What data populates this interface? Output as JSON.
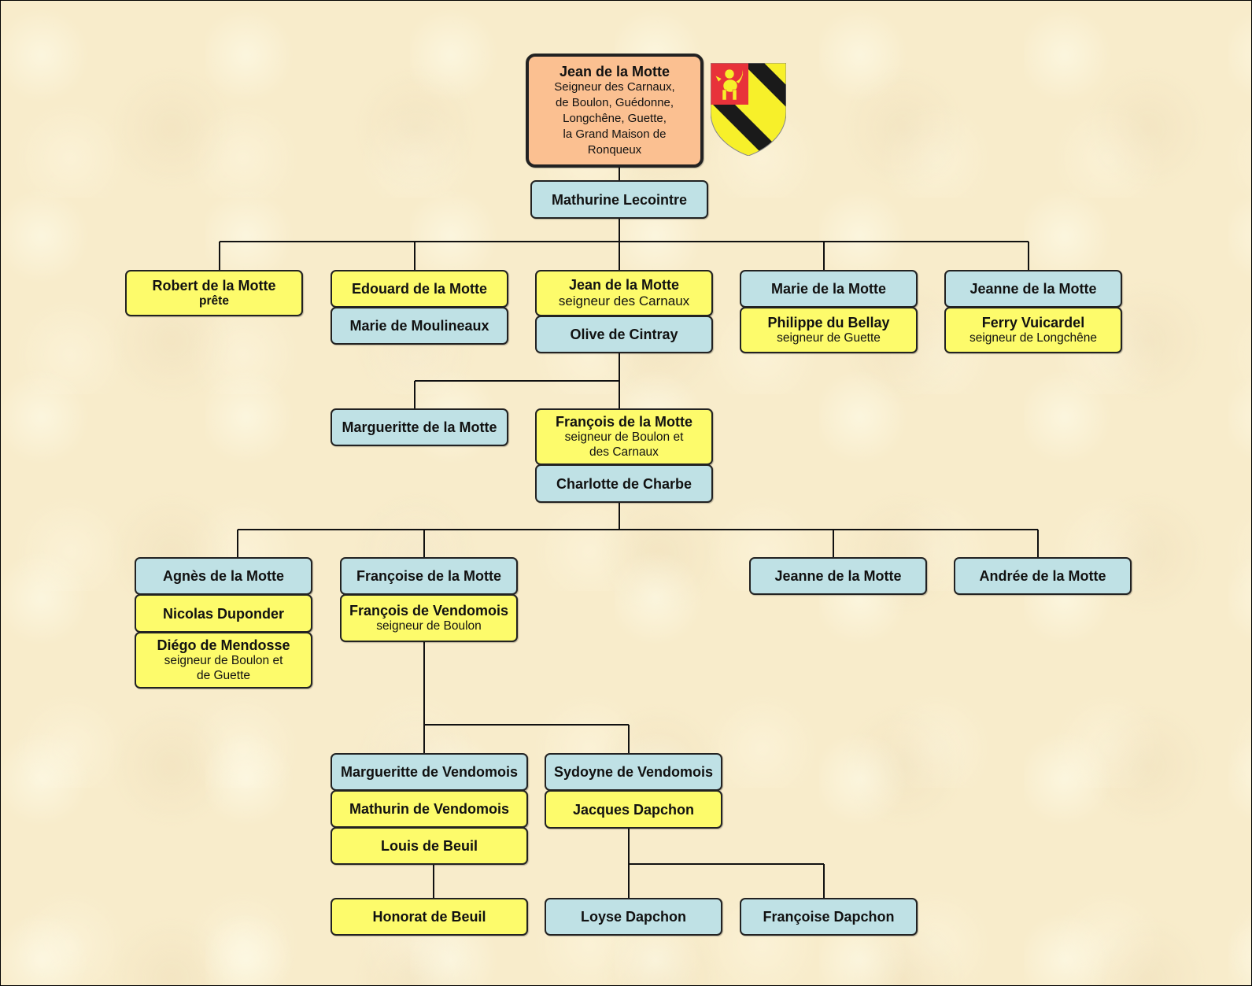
{
  "root": {
    "name": "Jean de la Motte",
    "title": "Seigneur des Carnaux,\nde Boulon, Guédonne,\nLongchêne, Guette,\nla Grand Maison de\nRonqueux",
    "spouse": "Mathurine Lecointre"
  },
  "gen1": {
    "robert": {
      "name": "Robert de la Motte",
      "title": "prête"
    },
    "edouard": {
      "name": "Edouard de la Motte",
      "spouse": "Marie de Moulineaux"
    },
    "jean": {
      "name": "Jean de la Motte",
      "title": "seigneur des Carnaux",
      "spouse": "Olive de Cintray"
    },
    "marie": {
      "name": "Marie de la Motte",
      "spouse": "Philippe du Bellay",
      "spouse_title": "seigneur de Guette"
    },
    "jeanne": {
      "name": "Jeanne de la Motte",
      "spouse": "Ferry Vuicardel",
      "spouse_title": "seigneur de Longchêne"
    }
  },
  "gen2": {
    "margueritte": {
      "name": "Margueritte de la Motte"
    },
    "francois": {
      "name": "François de la Motte",
      "title": "seigneur de Boulon et\ndes Carnaux",
      "spouse": "Charlotte de Charbe"
    }
  },
  "gen3": {
    "agnes": {
      "name": "Agnès de la Motte",
      "spouse1": "Nicolas Duponder",
      "spouse2": "Diégo de Mendosse",
      "spouse2_title": "seigneur de Boulon et\nde Guette"
    },
    "francoise": {
      "name": "Françoise de la Motte",
      "spouse": "François de Vendomois",
      "spouse_title": "seigneur de Boulon"
    },
    "jeanne": {
      "name": "Jeanne de la Motte"
    },
    "andree": {
      "name": "Andrée de la Motte"
    }
  },
  "gen4": {
    "margueritte": {
      "name": "Margueritte de Vendomois",
      "spouse1": "Mathurin de Vendomois",
      "spouse2": "Louis de Beuil"
    },
    "sydoyne": {
      "name": "Sydoyne de Vendomois",
      "spouse": "Jacques Dapchon"
    }
  },
  "gen5": {
    "honorat": {
      "name": "Honorat de Beuil"
    },
    "loyse": {
      "name": "Loyse Dapchon"
    },
    "francoise": {
      "name": "Françoise Dapchon"
    }
  },
  "colors": {
    "background": "#f8eccb",
    "person_yellow": "#fdfb6b",
    "person_blue": "#bfe1e5",
    "root_orange": "#fbc091",
    "coat_red": "#e8323a",
    "coat_gold": "#f7f02a",
    "coat_black": "#1a1a1a"
  },
  "icons": {
    "coat_of_arms": "coat-of-arms-icon"
  }
}
